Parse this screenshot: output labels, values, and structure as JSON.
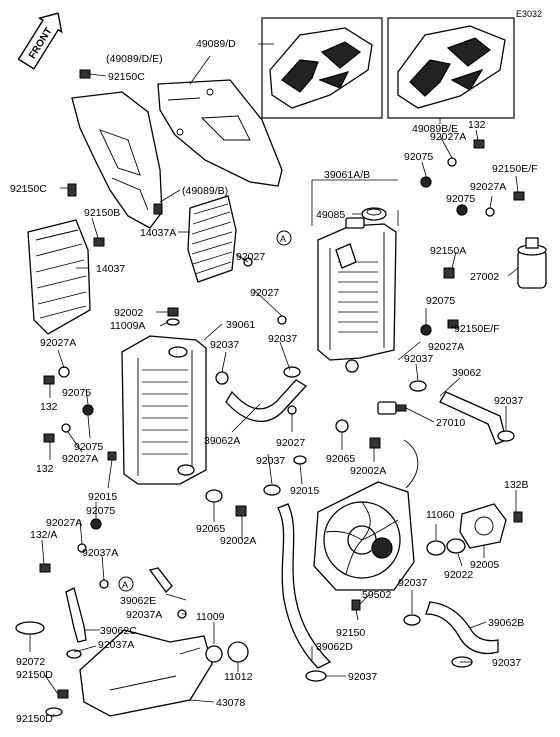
{
  "diagram_code": "E3032",
  "front_badge": "FRONT",
  "callout_letter": "A",
  "labels": {
    "l49089D": "49089/D",
    "l49089DE": "(49089/D/E)",
    "l92150C_top": "92150C",
    "l49089BE": "49089B/E",
    "l92027A_1": "92027A",
    "l132_1": "132",
    "l92075_1": "92075",
    "l92150EF_1": "92150E/F",
    "l92150C_left": "92150C",
    "l49089B": "(49089/B)",
    "l39061AB": "39061A/B",
    "l92027A_2": "92027A",
    "l92150B": "92150B",
    "l49085": "49085",
    "l92075_2": "92075",
    "l14037A": "14037A",
    "l14037": "14037",
    "l92027_1": "92027",
    "l92150A": "92150A",
    "l27002": "27002",
    "l92027_2": "92027",
    "l92002": "92002",
    "l11009A": "11009A",
    "l39061": "39061",
    "l92075_3": "92075",
    "l92150EF_2": "92150E/F",
    "l92027A_3": "92027A",
    "l92037_1": "92037",
    "l92037_2": "92037",
    "l92027A_4": "92027A",
    "l92075_4": "92075",
    "l92037_3": "92037",
    "l39062": "39062",
    "l132_2": "132",
    "l92037_4": "92037",
    "l27010": "27010",
    "l92075_5": "92075",
    "l39062A": "39062A",
    "l92027_3": "92027",
    "l132_3": "132",
    "l92027A_5": "92027A",
    "l92065_1": "92065",
    "l92037_5": "92037",
    "l92002A_1": "92002A",
    "l92015_1": "92015",
    "l92075_6": "92075",
    "l92015_2": "92015",
    "l132B": "132B",
    "l92027A_6": "92027A",
    "l92065_2": "92065",
    "l132A": "132/A",
    "l92002A_2": "92002A",
    "l11060": "11060",
    "l92037A_1": "92037A",
    "l92005": "92005",
    "l92022": "92022",
    "l39062E": "39062E",
    "l92037_6": "92037",
    "l59502": "59502",
    "l92037A_2": "92037A",
    "l11009": "11009",
    "l39062B": "39062B",
    "l39062C": "39062C",
    "l92150": "92150",
    "l92037A_3": "92037A",
    "l39062D": "39062D",
    "l92072": "92072",
    "l11012": "11012",
    "l92037_7": "92037",
    "l92150D_1": "92150D",
    "l92037_8": "92037",
    "l43078": "43078",
    "l92150D_2": "92150D"
  }
}
